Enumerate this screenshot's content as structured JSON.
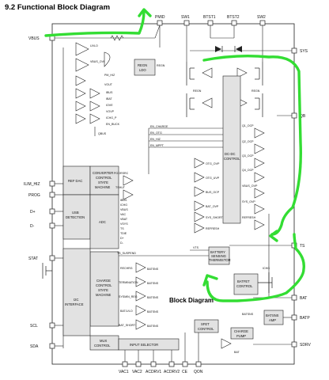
{
  "section_title": "9.2 Functional Block Diagram",
  "caption": "Block Diagram",
  "colors": {
    "highlight": "#33dd33",
    "block_fill": "#e2e2e2",
    "line": "#222222",
    "pin": "#ffffff"
  },
  "pins": {
    "top": [
      "PMID",
      "SW1",
      "BTST1",
      "BTST2",
      "SW2"
    ],
    "left": [
      "VBUS",
      "ILIM_HIZ",
      "PROG",
      "D+",
      "D-",
      "STAT",
      "SCL",
      "SDA"
    ],
    "right": [
      "SYS",
      "QB",
      "TS",
      "BAT",
      "BATP",
      "SDRV"
    ],
    "bottom": [
      "VAC1",
      "VAC2",
      "ACDRV1",
      "ACDRV2",
      "CE",
      "QON"
    ]
  },
  "blocks": {
    "regn_ldo": [
      "REGN",
      "LDO"
    ],
    "regn_label": "REGN",
    "converter": [
      "CONVERTER",
      "CONTROL",
      "STATE",
      "MACHINE"
    ],
    "ref_dac": "REF DAC",
    "usb_detection": [
      "USB",
      "DETECTION"
    ],
    "adc": "ADC",
    "charge_control": [
      "CHARGE",
      "CONTROL",
      "STATE",
      "MACHINE"
    ],
    "i2c_interface": [
      "I2C",
      "INTERFACE"
    ],
    "mux_control": [
      "MUX",
      "CONTROL"
    ],
    "input_selector": "INPUT SELECTOR",
    "dcdc_control": [
      "DC-DC",
      "CONTROL"
    ],
    "battery_sensing": [
      "BATTERY",
      "SENSING",
      "THERMISTOR"
    ],
    "batfet_control": [
      "BATFET",
      "CONTROL"
    ],
    "batsns_amp": [
      "BATSNS",
      "AMP"
    ],
    "sfet_control": [
      "SFET",
      "CONTROL"
    ],
    "charge_pump": [
      "CHARGE",
      "PUMP"
    ],
    "bat_label": "BAT",
    "ts_suspend": "TS_SUSPEND",
    "vts": "VTS",
    "batsns": "BATSNS",
    "ichg_label": "ICHG",
    "uvlo": "UVLO",
    "vbus_ovp": "VBUS_OVP",
    "poorsrc": "POORSRC",
    "tshut": "TSHUT",
    "qbus": "QBUS"
  },
  "signals": {
    "regn_side": [
      "PM_HIZ",
      "VOUT",
      "IBUS",
      "IBAT",
      "IOVE",
      "VOVP",
      "ICHG_P",
      "EN_BUCK"
    ],
    "en_signals": [
      "EN_CHARGE",
      "EN_OTG",
      "EN_HIZ",
      "EN_MPPT"
    ],
    "comparator_labels": [
      "OTG_OVP",
      "OTG_UVP",
      "BUS_OCP",
      "BAT_OVP",
      "SYS_SHORT",
      "REFRESH"
    ],
    "right_comparators": [
      "Q1_OCP",
      "Q2_OCP",
      "Q3_OCP",
      "Q4_OCP",
      "VBUS_OVP",
      "SYS_OVP",
      "REFRESH"
    ],
    "adc_inputs": [
      "IBUS",
      "ICHG",
      "VBUS",
      "VAC",
      "VBAT",
      "VSYS",
      "TS",
      "TDIE",
      "D+",
      "D-"
    ],
    "charge_inputs": [
      "RECHRG",
      "TERMINATION",
      "SYSMIN_REG",
      "BATLVLO",
      "BAT_SHORT"
    ],
    "batsns_tags": [
      "BATSNS",
      "BATSNS",
      "BATSNS",
      "BATSNS",
      "BATSNS"
    ],
    "regn_tags": [
      "REGN",
      "REGN"
    ]
  }
}
